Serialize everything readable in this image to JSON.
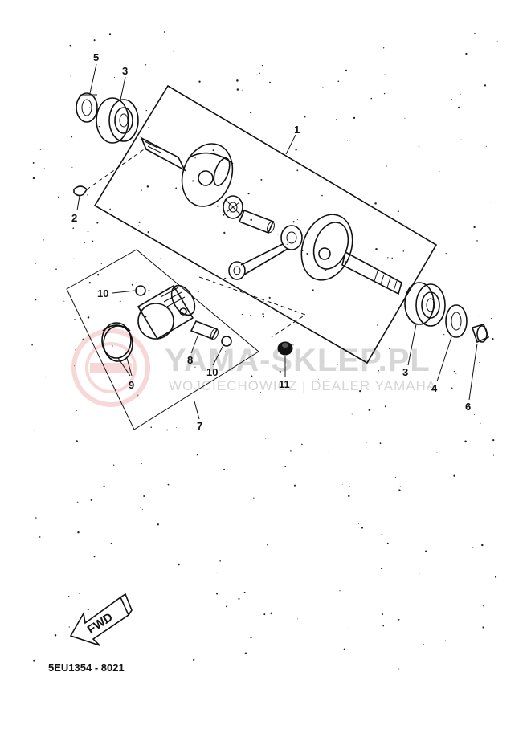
{
  "diagram": {
    "callouts": {
      "c1": "1",
      "c2": "2",
      "c3a": "3",
      "c3b": "3",
      "c4": "4",
      "c5": "5",
      "c6": "6",
      "c7": "7",
      "c8": "8",
      "c9": "9",
      "c10a": "10",
      "c10b": "10",
      "c11": "11"
    },
    "forward_label": "FWD",
    "reference_code": "5EU1354 - 8021"
  },
  "watermark": {
    "title": "YAMA-SKLEP.PL",
    "subtitle": "WOJCIECHOWICZ | DEALER YAMAHA"
  },
  "colors": {
    "ink": "#111111",
    "watermark_gray": "#d6d6d6",
    "watermark_red": "#f2b8b8"
  }
}
